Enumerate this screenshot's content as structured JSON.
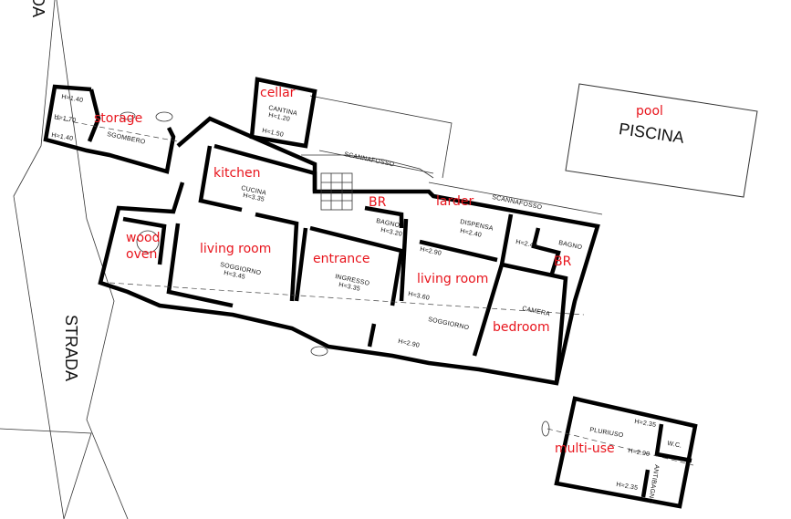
{
  "streets": {
    "strada_top": "DA",
    "strada_left": "STRADA"
  },
  "pool": {
    "name": "PISCINA",
    "label": "pool"
  },
  "ditches": [
    "SCANNAFOSSO",
    "SCANNAFOSSO"
  ],
  "rooms": [
    {
      "id": "storage",
      "name": "SGOMBERO",
      "label": "storage",
      "heights": [
        "H=1.40",
        "H=1.70",
        "H=1.40"
      ]
    },
    {
      "id": "cellar",
      "name": "CANTINA",
      "label": "cellar",
      "heights": [
        "H=1.20",
        "H=1.50"
      ]
    },
    {
      "id": "kitchen",
      "name": "CUCINA",
      "label": "kitchen",
      "heights": [
        "H=3.35"
      ]
    },
    {
      "id": "wood-oven",
      "name": "",
      "label": "wood oven",
      "heights": []
    },
    {
      "id": "living-room-1",
      "name": "SOGGIORNO",
      "label": "living room",
      "heights": [
        "H=3.45"
      ]
    },
    {
      "id": "entrance",
      "name": "INGRESSO",
      "label": "entrance",
      "heights": [
        "H=3.35"
      ]
    },
    {
      "id": "bathroom-1",
      "name": "BAGNO",
      "label": "BR",
      "heights": [
        "H=3.20"
      ]
    },
    {
      "id": "larder",
      "name": "DISPENSA",
      "label": "larder",
      "heights": [
        "H=2.40"
      ]
    },
    {
      "id": "living-room-2",
      "name": "SOGGIORNO",
      "label": "living room",
      "heights": [
        "H=2.90",
        "H=3.60",
        "H=2.90"
      ]
    },
    {
      "id": "bathroom-2",
      "name": "BAGNO",
      "label": "BR",
      "heights": [
        "H=2.40"
      ]
    },
    {
      "id": "bedroom",
      "name": "CAMERA",
      "label": "bedroom",
      "heights": []
    },
    {
      "id": "multi-use",
      "name": "PLURIUSO",
      "label": "multi-use",
      "heights": [
        "H=2.35",
        "H=2.90",
        "H=2.35"
      ]
    },
    {
      "id": "wc",
      "name": "W.C.",
      "label": "",
      "heights": []
    },
    {
      "id": "antibagno",
      "name": "ANTIBAGNO",
      "label": "",
      "heights": []
    }
  ],
  "colors": {
    "annotation": "#e8141c",
    "lines": "#000000"
  }
}
